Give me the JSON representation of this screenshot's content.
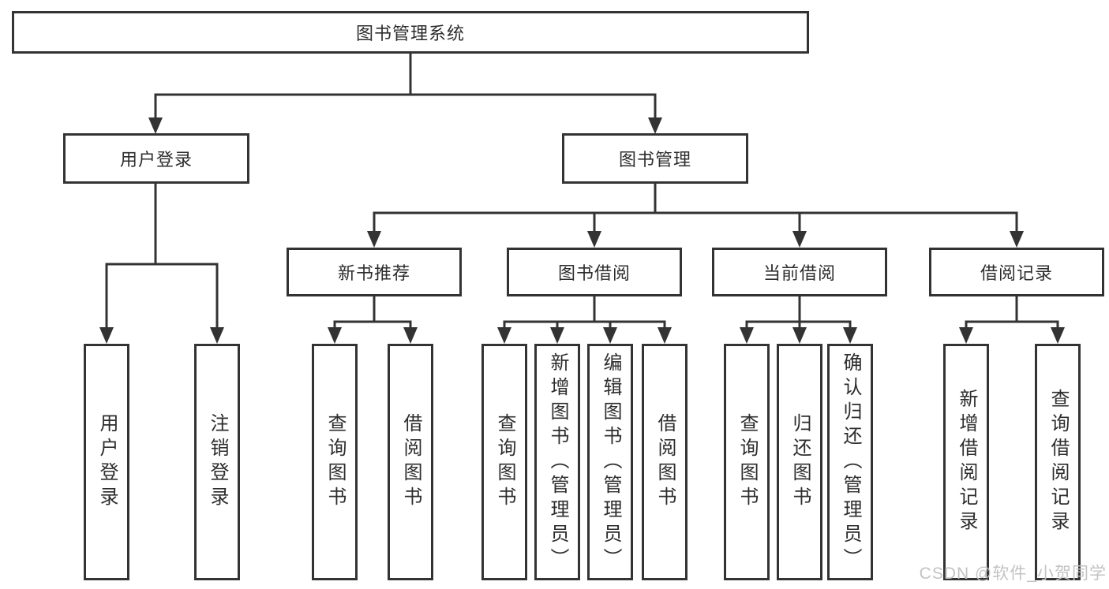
{
  "diagram": {
    "root": {
      "label": "图书管理系统",
      "children": [
        {
          "label": "用户登录",
          "children": [
            {
              "label": "用户登录"
            },
            {
              "label": "注销登录"
            }
          ]
        },
        {
          "label": "图书管理",
          "children": [
            {
              "label": "新书推荐",
              "children": [
                {
                  "label": "查询图书"
                },
                {
                  "label": "借阅图书"
                }
              ]
            },
            {
              "label": "图书借阅",
              "children": [
                {
                  "label": "查询图书"
                },
                {
                  "label": "新增图书（管理员）"
                },
                {
                  "label": "编辑图书（管理员）"
                },
                {
                  "label": "借阅图书"
                }
              ]
            },
            {
              "label": "当前借阅",
              "children": [
                {
                  "label": "查询图书"
                },
                {
                  "label": "归还图书"
                },
                {
                  "label": "确认归还（管理员）"
                }
              ]
            },
            {
              "label": "借阅记录",
              "children": [
                {
                  "label": "新增借阅记录"
                },
                {
                  "label": "查询借阅记录"
                }
              ]
            }
          ]
        }
      ]
    }
  },
  "watermark": {
    "text": "CSDN @软件_小贺同学"
  },
  "colors": {
    "line": "#333333",
    "text": "#2d2d2d",
    "watermark": "#c3c3c3",
    "bg": "#ffffff"
  }
}
